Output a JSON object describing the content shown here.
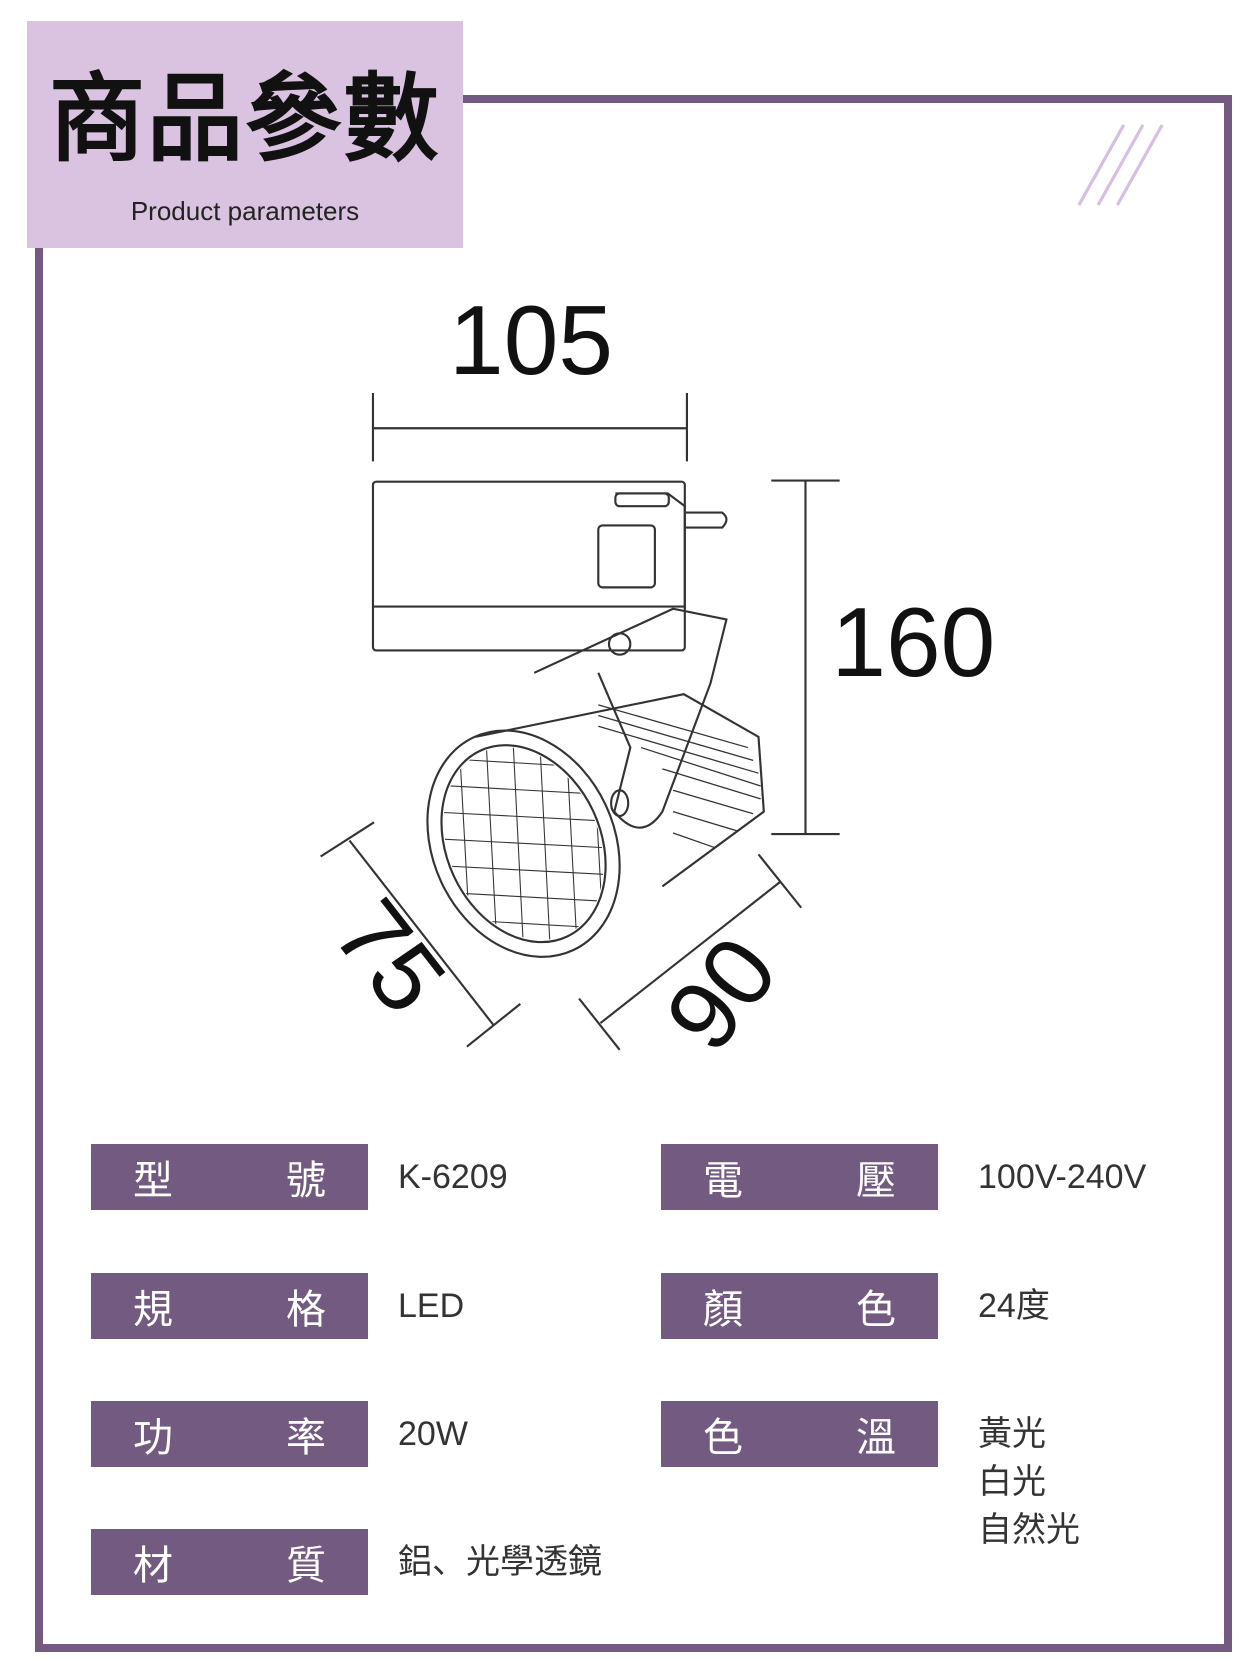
{
  "header": {
    "title": "商品參數",
    "subtitle": "Product parameters"
  },
  "dimensions": {
    "width": "105",
    "height": "160",
    "depth": "75",
    "diameter": "90"
  },
  "specs_left": [
    {
      "label": [
        "型",
        "號"
      ],
      "value": "K-6209"
    },
    {
      "label": [
        "規",
        "格"
      ],
      "value": "LED"
    },
    {
      "label": [
        "功",
        "率"
      ],
      "value": "20W"
    },
    {
      "label": [
        "材",
        "質"
      ],
      "value": "鋁、光學透鏡"
    }
  ],
  "specs_right": [
    {
      "label": [
        "電",
        "壓"
      ],
      "value": "100V-240V"
    },
    {
      "label": [
        "顏",
        "色"
      ],
      "value": "24度"
    },
    {
      "label": [
        "色",
        "溫"
      ],
      "values": [
        "黃光",
        "白光",
        "自然光"
      ]
    }
  ],
  "colors": {
    "accent": "#735a80",
    "light": "#d9c3e0"
  }
}
